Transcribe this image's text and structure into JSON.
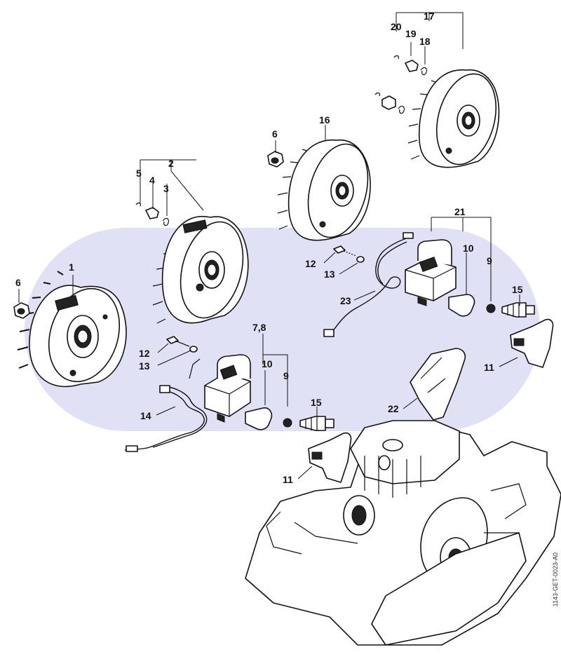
{
  "diagram": {
    "doc_id": "1143-GET-0023-A0",
    "watermark_color": "#c8c8ee",
    "labels": {
      "l1": "1",
      "l2": "2",
      "l3": "3",
      "l4": "4",
      "l5": "5",
      "l6a": "6",
      "l6b": "6",
      "l78": "7,8",
      "l9a": "9",
      "l9b": "9",
      "l10a": "10",
      "l10b": "10",
      "l11a": "11",
      "l11b": "11",
      "l12a": "12",
      "l12b": "12",
      "l13a": "13",
      "l13b": "13",
      "l14": "14",
      "l15a": "15",
      "l15b": "15",
      "l16": "16",
      "l17": "17",
      "l18": "18",
      "l19": "19",
      "l20": "20",
      "l21": "21",
      "l22": "22",
      "l23": "23"
    }
  }
}
